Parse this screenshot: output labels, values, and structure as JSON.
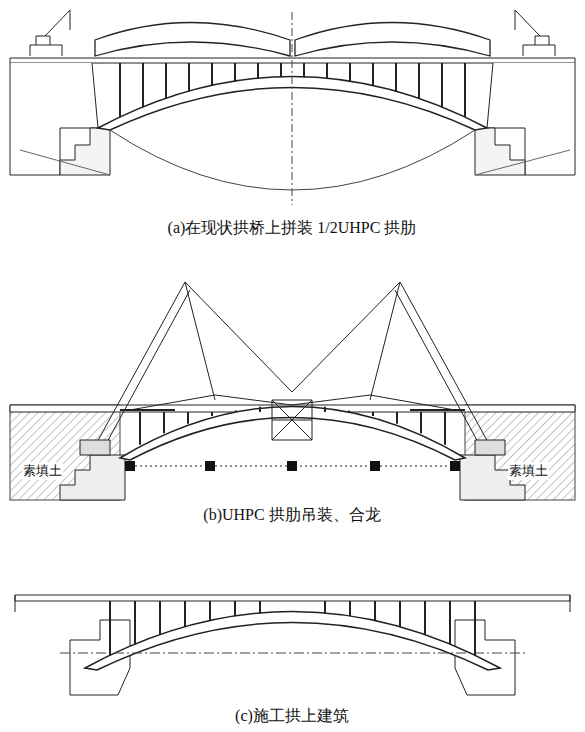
{
  "diagram": {
    "labels": [
      "(a)在现状拱桥上拼装 1/2UHPC 拱肋",
      "(b)UHPC 拱肋吊装、合龙",
      "(c)施工拱上建筑",
      "素填土",
      "素填土"
    ]
  }
}
